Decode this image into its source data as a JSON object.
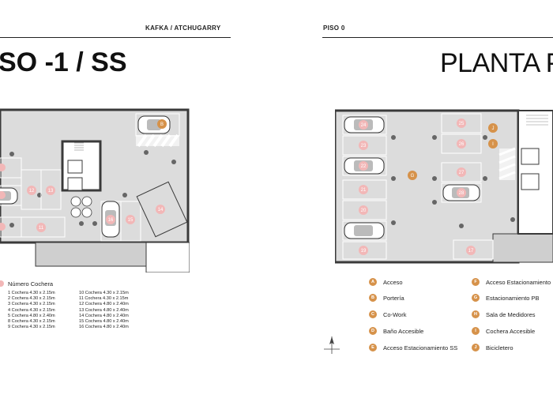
{
  "left_page": {
    "header": "KAFKA  / ATCHUGARRY",
    "title": "SO -1 / SS",
    "legend_title": "Número Cochera",
    "spots_col1": [
      "1 Cochera 4.30 x 2.15m",
      "2 Cochera 4.30 x 2.15m",
      "3 Cochera 4.30 x 2.15m",
      "4 Cochera 4.30 x 2.15m",
      "5 Cochera 4.80 x 2.40m",
      "8 Cochera 4.30 x 2.15m",
      "9 Cochera 4.30 x 2.15m"
    ],
    "spots_col2": [
      "10 Cochera 4.30 x 2.15m",
      "11 Cochera 4.30 x 2.15m",
      "12 Cochera 4.80 x 2.40m",
      "13 Cochera 4.80 x 2.40m",
      "14 Cochera 4.80 x 2.40m",
      "15 Cochera 4.80 x 2.40m",
      "16 Cochera 4.80 x 2.40m"
    ],
    "plan_numbers": [
      "12",
      "13",
      "16",
      "15",
      "14",
      "11"
    ],
    "plan_marker": "B"
  },
  "right_page": {
    "header": "PISO 0",
    "title": "PLANTA P",
    "plan_numbers": [
      "24",
      "23",
      "22",
      "21",
      "20",
      "19",
      "25",
      "26",
      "27",
      "28",
      "17"
    ],
    "plan_markers": [
      "J",
      "I",
      "G"
    ],
    "legend_col1": [
      {
        "code": "A",
        "label": "Acceso"
      },
      {
        "code": "B",
        "label": "Portería"
      },
      {
        "code": "C",
        "label": "Co-Work"
      },
      {
        "code": "D",
        "label": "Baño Accesible"
      },
      {
        "code": "E",
        "label": "Acceso Estacionamiento SS"
      }
    ],
    "legend_col2": [
      {
        "code": "F",
        "label": "Acceso Estacionamiento"
      },
      {
        "code": "G",
        "label": "Estacionamiento PB"
      },
      {
        "code": "H",
        "label": "Sala de Medidores"
      },
      {
        "code": "I",
        "label": "Cochera Accesible"
      },
      {
        "code": "J",
        "label": "Bicicletero"
      }
    ]
  },
  "colors": {
    "accent": "#d6924a",
    "spot_number": "#f2b7b7",
    "floor": "#dcdcdc",
    "wall": "#4a4a4a"
  },
  "icons": [
    "car-icon",
    "north-arrow-icon",
    "stair-icon"
  ]
}
